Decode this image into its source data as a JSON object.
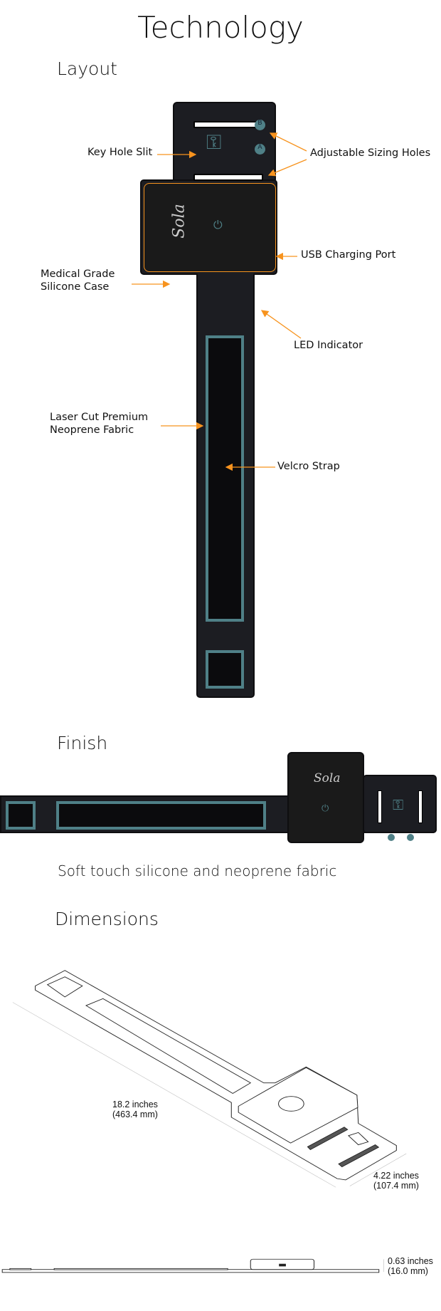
{
  "title": "Technology",
  "layout": {
    "heading": "Layout",
    "brand": "Sola",
    "labels": {
      "key_hole": "Key Hole Slit",
      "sizing": "Adjustable Sizing Holes",
      "usb": "USB Charging Port",
      "case_line1": "Medical Grade",
      "case_line2": "Silicone Case",
      "led": "LED Indicator",
      "fabric_line1": "Laser Cut Premium",
      "fabric_line2": "Neoprene Fabric",
      "velcro": "Velcro Strap"
    },
    "hole_marks": [
      "B",
      "A"
    ]
  },
  "finish": {
    "heading": "Finish",
    "brand": "Sola",
    "caption": "Soft touch silicone and neoprene fabric"
  },
  "dimensions": {
    "heading": "Dimensions",
    "length_in": "18.2 inches",
    "length_mm": "(463.4 mm)",
    "width_in": "4.22 inches",
    "width_mm": "(107.4 mm)",
    "height_in": "0.63 inches",
    "height_mm": "(16.0 mm)"
  },
  "colors": {
    "accent": "#f7931e",
    "teal": "#4f8087",
    "strap": "#1c1d22"
  }
}
